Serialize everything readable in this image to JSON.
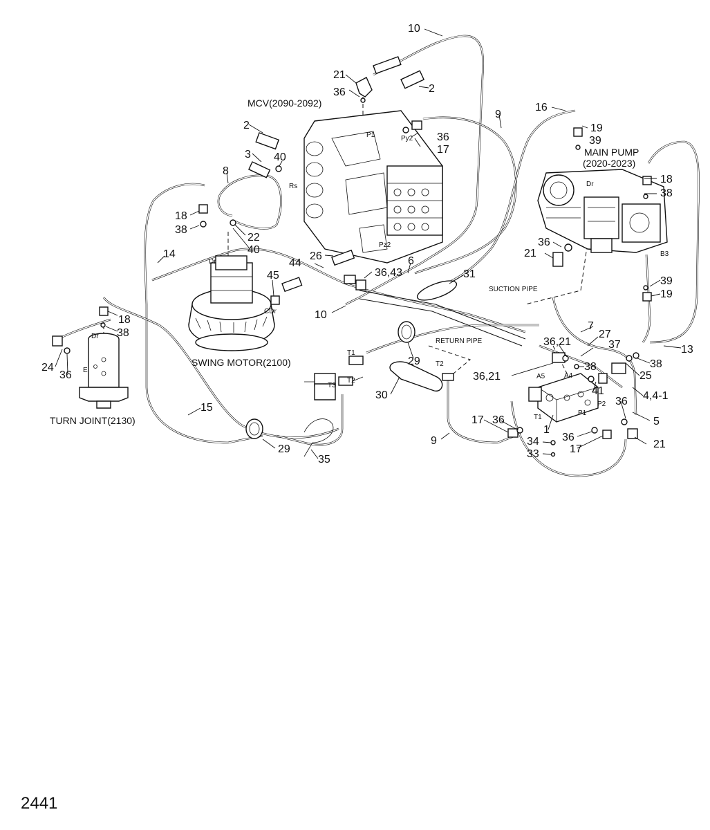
{
  "page_number": "2441",
  "components": {
    "mcv": "MCV(2090-2092)",
    "main_pump_line1": "MAIN PUMP",
    "main_pump_line2": "(2020-2023)",
    "swing_motor": "SWING MOTOR(2100)",
    "turn_joint": "TURN JOINT(2130)",
    "suction_pipe": "SUCTION PIPE",
    "return_pipe": "RETURN PIPE"
  },
  "port_labels": {
    "p1": "P1",
    "py2": "Py2",
    "pz2": "Pz2",
    "rs": "Rs",
    "dr_swing": "Dr",
    "cdr": "CDr",
    "dr_pump": "Dr",
    "b3": "B3",
    "dr_turn": "Dr",
    "e": "E",
    "t1_a": "T1",
    "t2_a": "T2",
    "t3": "T3",
    "t2_return": "T2",
    "a5": "A5",
    "a4": "A4",
    "p2": "P2",
    "p1_block": "P1",
    "t1_block": "T1"
  },
  "callouts": [
    {
      "id": "c-10-top",
      "text": "10"
    },
    {
      "id": "c-21-top",
      "text": "21"
    },
    {
      "id": "c-2-top",
      "text": "2"
    },
    {
      "id": "c-36-top",
      "text": "36"
    },
    {
      "id": "c-2-left",
      "text": "2"
    },
    {
      "id": "c-3",
      "text": "3"
    },
    {
      "id": "c-40-a",
      "text": "40"
    },
    {
      "id": "c-8",
      "text": "8"
    },
    {
      "id": "c-36-b",
      "text": "36"
    },
    {
      "id": "c-17-a",
      "text": "17"
    },
    {
      "id": "c-9-top",
      "text": "9"
    },
    {
      "id": "c-16",
      "text": "16"
    },
    {
      "id": "c-19-a",
      "text": "19"
    },
    {
      "id": "c-39-a",
      "text": "39"
    },
    {
      "id": "c-18-a",
      "text": "18"
    },
    {
      "id": "c-38-a",
      "text": "38"
    },
    {
      "id": "c-18-b",
      "text": "18"
    },
    {
      "id": "c-38-b",
      "text": "38"
    },
    {
      "id": "c-22",
      "text": "22"
    },
    {
      "id": "c-40-b",
      "text": "40"
    },
    {
      "id": "c-14",
      "text": "14"
    },
    {
      "id": "c-26",
      "text": "26"
    },
    {
      "id": "c-6",
      "text": "6"
    },
    {
      "id": "c-44",
      "text": "44"
    },
    {
      "id": "c-36-43",
      "text": "36,43"
    },
    {
      "id": "c-31",
      "text": "31"
    },
    {
      "id": "c-36-c",
      "text": "36"
    },
    {
      "id": "c-21-b",
      "text": "21"
    },
    {
      "id": "c-39-b",
      "text": "39"
    },
    {
      "id": "c-19-b",
      "text": "19"
    },
    {
      "id": "c-45",
      "text": "45"
    },
    {
      "id": "c-10-mid",
      "text": "10"
    },
    {
      "id": "c-18-c",
      "text": "18"
    },
    {
      "id": "c-38-c",
      "text": "38"
    },
    {
      "id": "c-7",
      "text": "7"
    },
    {
      "id": "c-27",
      "text": "27"
    },
    {
      "id": "c-36-21-a",
      "text": "36,21"
    },
    {
      "id": "c-37",
      "text": "37"
    },
    {
      "id": "c-13",
      "text": "13"
    },
    {
      "id": "c-38-d",
      "text": "38"
    },
    {
      "id": "c-38-e",
      "text": "38"
    },
    {
      "id": "c-24",
      "text": "24"
    },
    {
      "id": "c-36-d",
      "text": "36"
    },
    {
      "id": "c-29-a",
      "text": "29"
    },
    {
      "id": "c-36-21-b",
      "text": "36,21"
    },
    {
      "id": "c-25",
      "text": "25"
    },
    {
      "id": "c-41",
      "text": "41"
    },
    {
      "id": "c-4-4-1",
      "text": "4,4-1"
    },
    {
      "id": "c-30",
      "text": "30"
    },
    {
      "id": "c-15",
      "text": "15"
    },
    {
      "id": "c-36-e",
      "text": "36"
    },
    {
      "id": "c-5",
      "text": "5"
    },
    {
      "id": "c-17-b",
      "text": "17"
    },
    {
      "id": "c-36-f",
      "text": "36"
    },
    {
      "id": "c-1",
      "text": "1"
    },
    {
      "id": "c-9-bot",
      "text": "9"
    },
    {
      "id": "c-34",
      "text": "34"
    },
    {
      "id": "c-36-g",
      "text": "36"
    },
    {
      "id": "c-21-c",
      "text": "21"
    },
    {
      "id": "c-29-b",
      "text": "29"
    },
    {
      "id": "c-33",
      "text": "33"
    },
    {
      "id": "c-17-c",
      "text": "17"
    },
    {
      "id": "c-35",
      "text": "35"
    }
  ]
}
